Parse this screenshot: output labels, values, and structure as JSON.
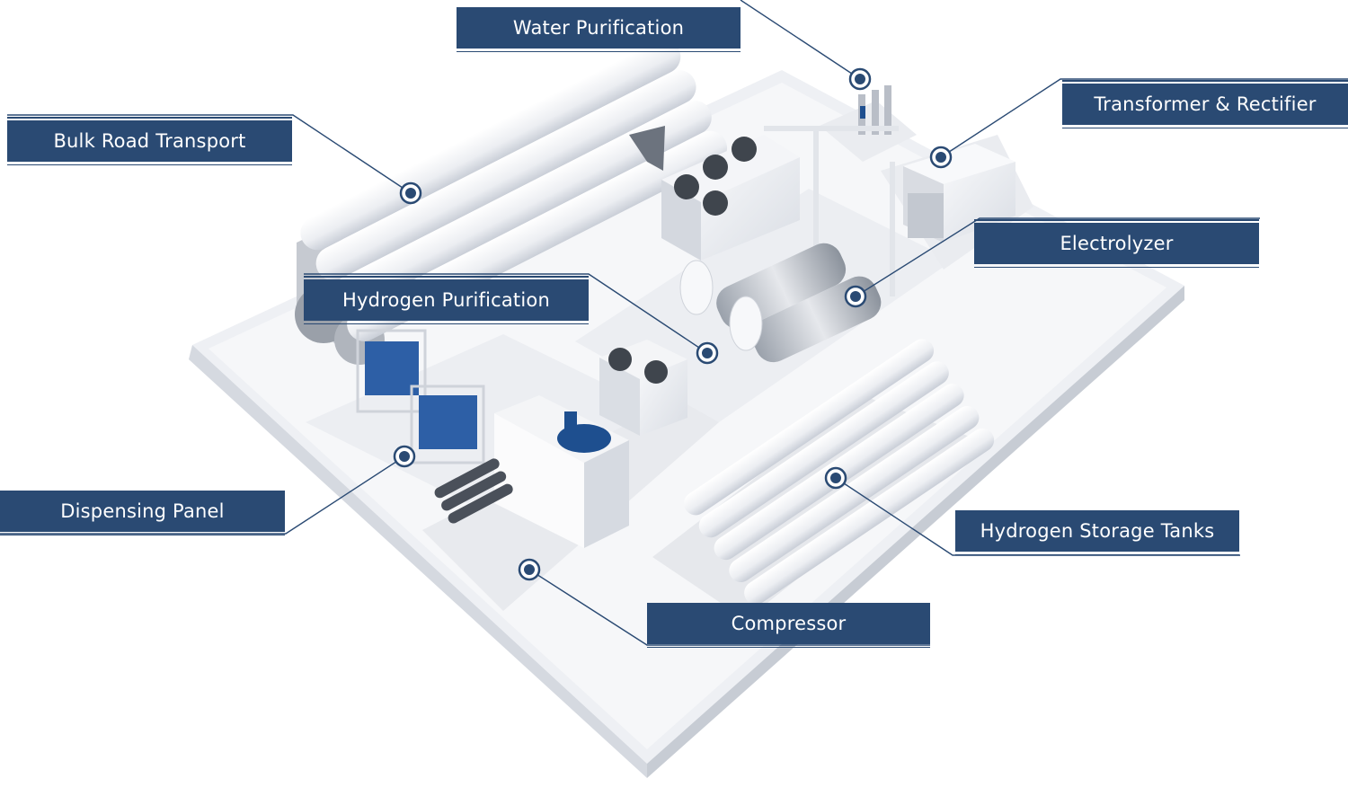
{
  "colors": {
    "label_bg": "#2a4a73",
    "label_text": "#ffffff",
    "platform": "#f3f4f7",
    "equipment": "#e9ebef",
    "accent_blue": "#1e4f8f"
  },
  "labels": {
    "water_purification": "Water Purification",
    "bulk_road_transport": "Bulk Road Transport",
    "transformer_rectifier": "Transformer & Rectifier",
    "electrolyzer": "Electrolyzer",
    "hydrogen_purification": "Hydrogen Purification",
    "dispensing_panel": "Dispensing Panel",
    "hydrogen_storage_tanks": "Hydrogen Storage Tanks",
    "compressor": "Compressor"
  },
  "markers": [
    {
      "id": "water_purification",
      "icon": "target-marker-icon"
    },
    {
      "id": "bulk_road_transport",
      "icon": "target-marker-icon"
    },
    {
      "id": "transformer_rectifier",
      "icon": "target-marker-icon"
    },
    {
      "id": "electrolyzer",
      "icon": "target-marker-icon"
    },
    {
      "id": "hydrogen_purification",
      "icon": "target-marker-icon"
    },
    {
      "id": "dispensing_panel",
      "icon": "target-marker-icon"
    },
    {
      "id": "hydrogen_storage_tanks",
      "icon": "target-marker-icon"
    },
    {
      "id": "compressor",
      "icon": "target-marker-icon"
    }
  ]
}
